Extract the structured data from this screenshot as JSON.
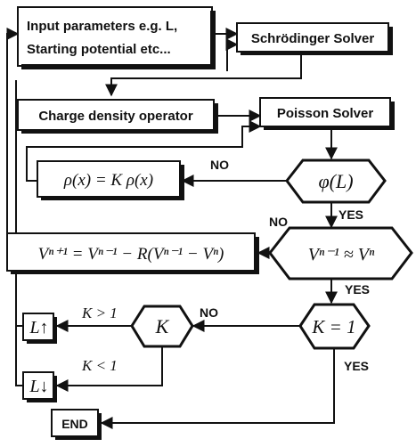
{
  "nodes": {
    "input_params": {
      "line1": "Input parameters e.g. L,",
      "line2": "Starting potential etc..."
    },
    "schrodinger": "Schrödinger Solver",
    "charge_density": "Charge density operator",
    "poisson": "Poisson Solver",
    "rho_update": "ρ(x) = K ρ(x)",
    "phi_check": "φ(L)",
    "v_update": "Vⁿ⁺¹ = Vⁿ⁻¹ − R(Vⁿ⁻¹ − Vⁿ)",
    "v_check": "Vⁿ⁻¹ ≈ Vⁿ",
    "k_check": "K = 1",
    "k_node": "K",
    "l_up": "L↑",
    "l_down": "L↓",
    "end": "END"
  },
  "edges": {
    "no_rho": "NO",
    "yes_phi": "YES",
    "no_v": "NO",
    "yes_v": "YES",
    "no_k": "NO",
    "yes_k": "YES",
    "k_gt_1": "K > 1",
    "k_lt_1": "K < 1"
  }
}
